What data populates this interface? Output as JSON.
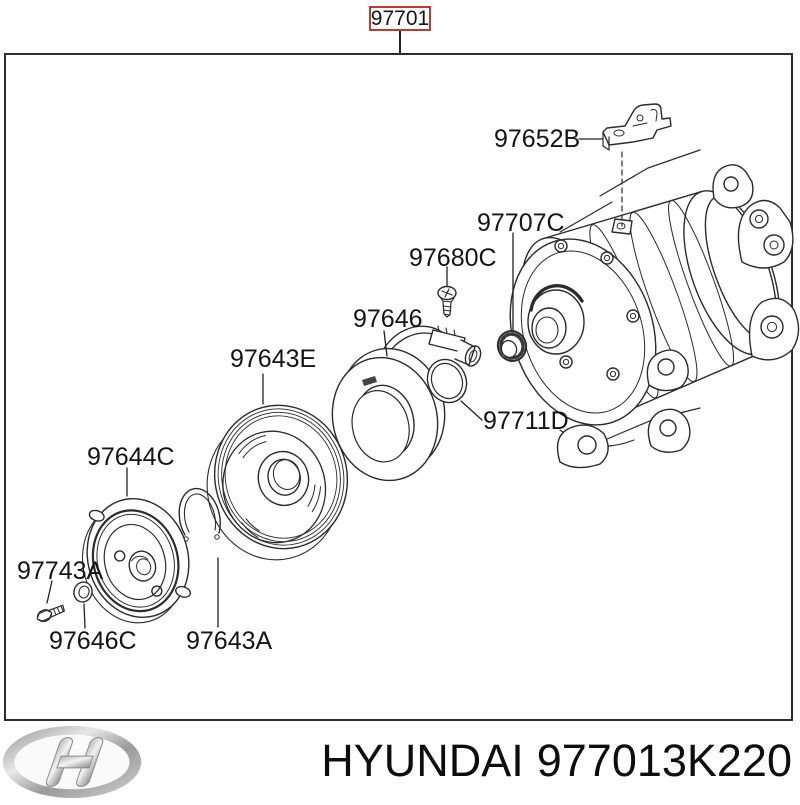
{
  "header": {
    "selected_part": "97701"
  },
  "diagram": {
    "labels": [
      "97652B",
      "97707C",
      "97680C",
      "97646",
      "97643E",
      "97711D",
      "97644C",
      "97743A",
      "97646C",
      "97643A"
    ]
  },
  "footer": {
    "brand": "HYUNDAI",
    "part_number": "977013K220"
  },
  "colors": {
    "highlight_red": "#c0392b",
    "line_ink": "#2b2b2b",
    "text_ink": "#141414"
  }
}
